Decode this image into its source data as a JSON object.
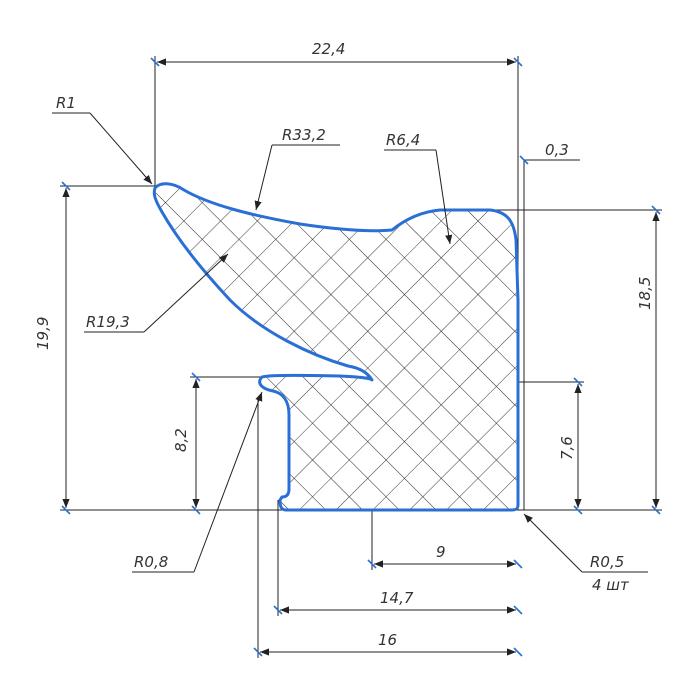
{
  "colors": {
    "profile": "#2a6fd6",
    "lines": "#222222",
    "text": "#333333",
    "arrow_ticks": "#2a6fd6"
  },
  "dimensions": {
    "width_total": "22,4",
    "height_left": "19,9",
    "height_right": "18,5",
    "height_slot_left": "8,2",
    "height_slot_right": "7,6",
    "gap_top": "0,3",
    "bottom_9": "9",
    "bottom_14_7": "14,7",
    "bottom_16": "16"
  },
  "radii": {
    "r1": "R1",
    "r33_2": "R33,2",
    "r6_4": "R6,4",
    "r19_3": "R19,3",
    "r0_8": "R0,8",
    "r0_5": "R0,5",
    "r0_5_count": "4 шт"
  }
}
